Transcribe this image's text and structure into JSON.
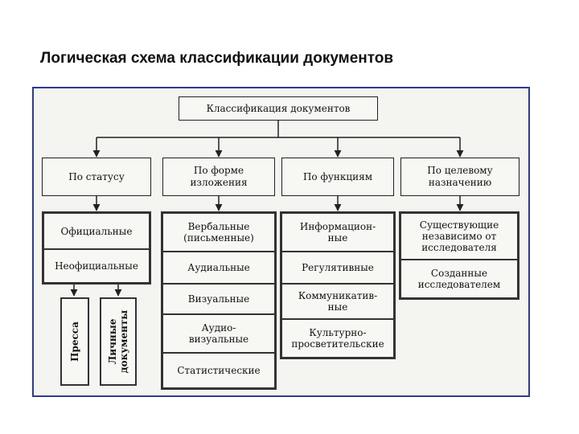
{
  "title": "Логическая схема классификации документов",
  "diagram": {
    "root": "Классификация документов",
    "categories": [
      {
        "label": "По статусу"
      },
      {
        "label": "По форме изложения"
      },
      {
        "label": "По функциям"
      },
      {
        "label": "По целевому назначению"
      }
    ],
    "status_group": [
      "Официальные",
      "Неофициальные"
    ],
    "unofficial_subtypes": [
      "Пресса",
      "Личные документы"
    ],
    "form_group": [
      "Вербальные (письменные)",
      "Аудиальные",
      "Визуальные",
      "Аудио-визуальные",
      "Статистические"
    ],
    "function_group": [
      "Информацион-ные",
      "Регулятивные",
      "Коммуникатив-ные",
      "Культурно-просветительские"
    ],
    "purpose_group": [
      "Существующие независимо от исследователя",
      "Созданные исследователем"
    ]
  }
}
